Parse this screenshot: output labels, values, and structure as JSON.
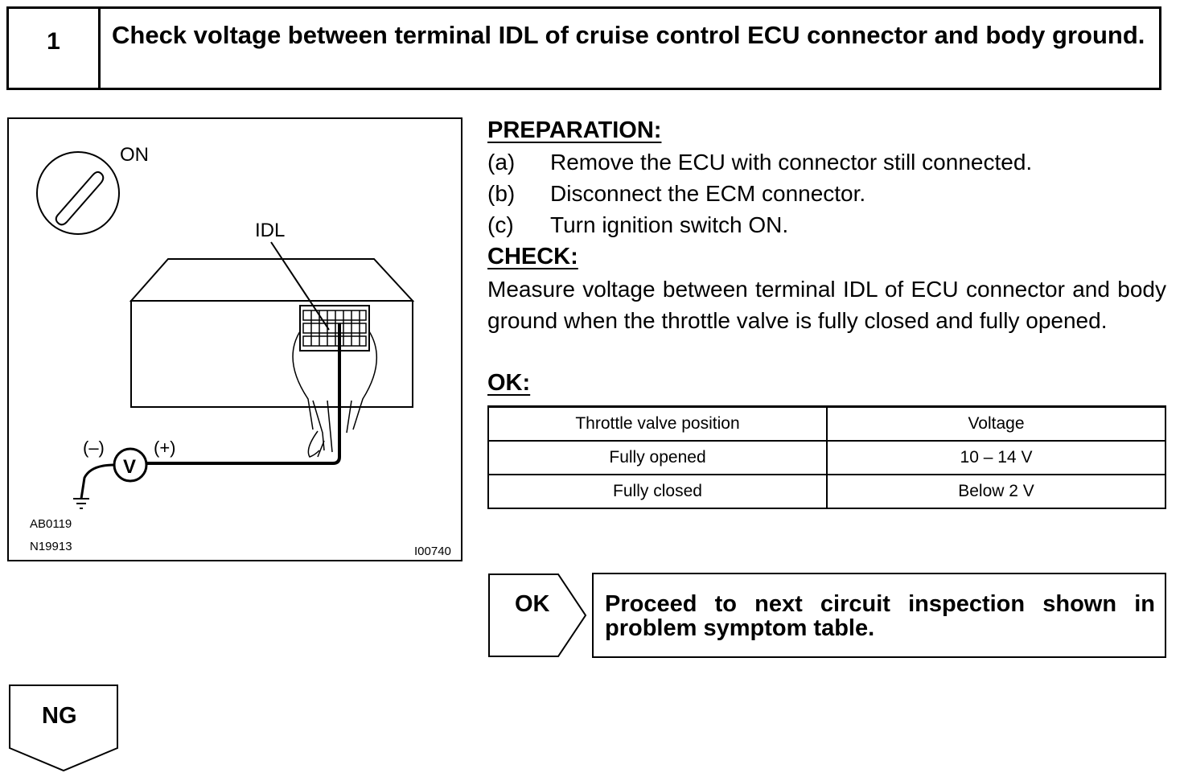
{
  "step": {
    "number": "1",
    "title": "Check voltage between terminal IDL of cruise control ECU connector and body ground."
  },
  "illustration": {
    "switch_label": "ON",
    "terminal_label": "IDL",
    "neg_label": "(–)",
    "pos_label": "(+)",
    "meter_label": "V",
    "code1": "AB0119",
    "code2": "N19913",
    "code3": "I00740"
  },
  "preparation": {
    "heading": "PREPARATION:",
    "steps": [
      {
        "letter": "(a)",
        "text": "Remove the ECU with connector still connected."
      },
      {
        "letter": "(b)",
        "text": "Disconnect the ECM connector."
      },
      {
        "letter": "(c)",
        "text": "Turn ignition switch ON."
      }
    ]
  },
  "check": {
    "heading": "CHECK:",
    "text": "Measure voltage between terminal IDL of ECU connector and body ground when the throttle valve is fully closed and fully opened."
  },
  "ok_section": {
    "heading": "OK:",
    "table": {
      "headers": [
        "Throttle valve position",
        "Voltage"
      ],
      "rows": [
        [
          "Fully opened",
          "10 – 14 V"
        ],
        [
          "Fully closed",
          "Below 2 V"
        ]
      ]
    }
  },
  "result": {
    "ok_label": "OK",
    "ok_text": "Proceed to next circuit inspection shown in problem symptom table.",
    "ng_label": "NG"
  }
}
